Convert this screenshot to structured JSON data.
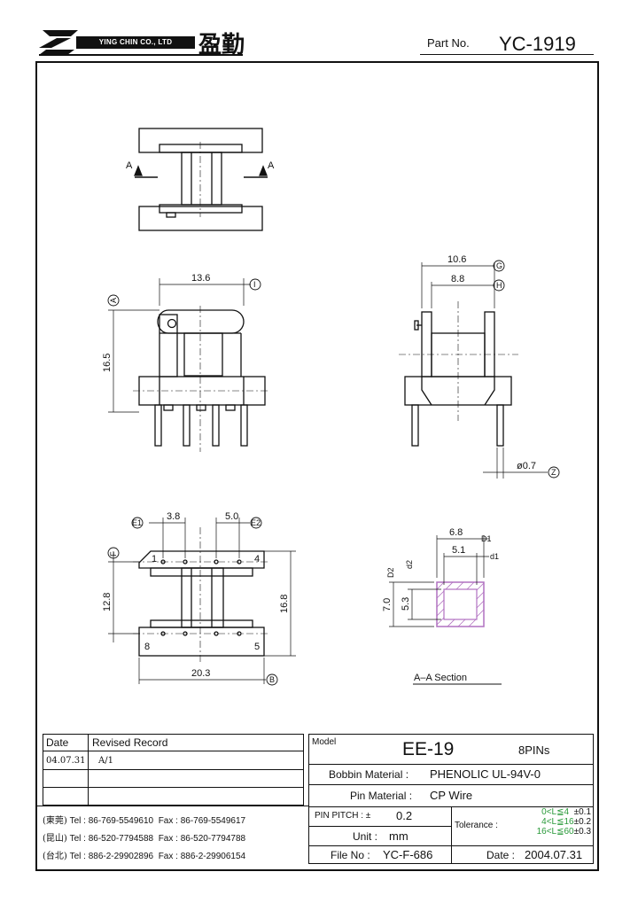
{
  "header": {
    "company_name": "YING CHIN CO., LTD",
    "company_name_cn": "盈勤",
    "part_no_label": "Part No.",
    "part_no": "YC-1919"
  },
  "drawing": {
    "top_view": {
      "section_mark_left": "A",
      "section_mark_right": "A"
    },
    "front_view": {
      "dims": {
        "width": "13.6",
        "height": "16.5"
      },
      "markers": {
        "i": "I",
        "a": "A"
      }
    },
    "side_view": {
      "dims": {
        "outer": "10.6",
        "inner": "8.8",
        "pin_dia": "ø0.7"
      },
      "markers": {
        "g": "G",
        "h": "H",
        "z": "Z"
      }
    },
    "bottom_view": {
      "dims": {
        "e1": "3.8",
        "e2": "5.0",
        "h_left": "12.8",
        "h_right": "16.8",
        "width": "20.3"
      },
      "markers": {
        "e1": "E1",
        "e2": "E2",
        "f": "F",
        "b": "B"
      },
      "pin_numbers": {
        "p1": "1",
        "p4": "4",
        "p8": "8",
        "p5": "5"
      }
    },
    "section": {
      "dims": {
        "d1_outer": "6.8",
        "d1_inner": "5.1",
        "d2_outer": "7.0",
        "d2_inner": "5.3"
      },
      "markers": {
        "D1": "D1",
        "d1": "d1",
        "D2": "D2",
        "d2": "d2"
      },
      "caption": "A–A Section"
    }
  },
  "revision_table": {
    "header_date": "Date",
    "header_record": "Revised Record",
    "rows": [
      {
        "date": "04.07.31",
        "record": "A/1"
      },
      {
        "date": "",
        "record": ""
      },
      {
        "date": "",
        "record": ""
      }
    ]
  },
  "contacts": [
    {
      "region": "(東莞)",
      "tel": "Tel : 86-769-5549610",
      "fax": "Fax : 86-769-5549617"
    },
    {
      "region": "(昆山)",
      "tel": "Tel : 86-520-7794588",
      "fax": "Fax : 86-520-7794788"
    },
    {
      "region": "(台北)",
      "tel": "Tel : 886-2-29902896",
      "fax": "Fax : 886-2-29906154"
    }
  ],
  "spec_table": {
    "model_label": "Model",
    "model": "EE-19",
    "pins": "8PINs",
    "bobbin_label": "Bobbin Material :",
    "bobbin_value": "PHENOLIC UL-94V-0",
    "pin_material_label": "Pin Material :",
    "pin_material_value": "CP Wire",
    "pin_pitch_label": "PIN PITCH : ±",
    "pin_pitch_value": "0.2",
    "unit_label": "Unit :",
    "unit_value": "mm",
    "tolerance_label": "Tolerance :",
    "tolerance_rows": [
      {
        "range": "0<L≦4",
        "value": "±0.1"
      },
      {
        "range": "4<L≦16",
        "value": "±0.2"
      },
      {
        "range": "16<L≦60",
        "value": "±0.3"
      }
    ],
    "file_no_label": "File No :",
    "file_no_value": "YC-F-686",
    "date_label": "Date :",
    "date_value": "2004.07.31"
  },
  "colors": {
    "line": "#111111",
    "green": "#2a9a3a",
    "hatch": "#b070c0"
  }
}
